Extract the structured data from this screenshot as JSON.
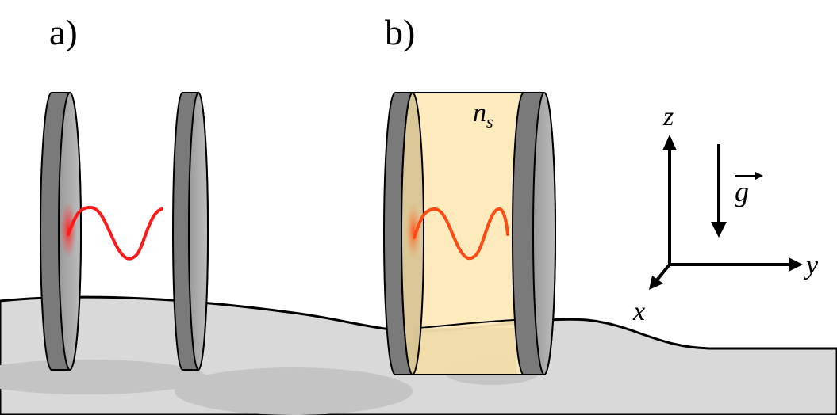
{
  "panels": {
    "a": {
      "label": "a)"
    },
    "b": {
      "label": "b)",
      "medium_label": "n",
      "medium_subscript": "s"
    }
  },
  "axes": {
    "z": "z",
    "y": "y",
    "x": "x",
    "gravity": "g"
  },
  "colors": {
    "ground": "#d9d9d9",
    "ground_shadow": "#c4c4c4",
    "mirror_rim": "#7a7a7a",
    "mirror_face": "#b3b3b3",
    "wave": "#ff1a1a",
    "medium": "#fde9b8"
  }
}
